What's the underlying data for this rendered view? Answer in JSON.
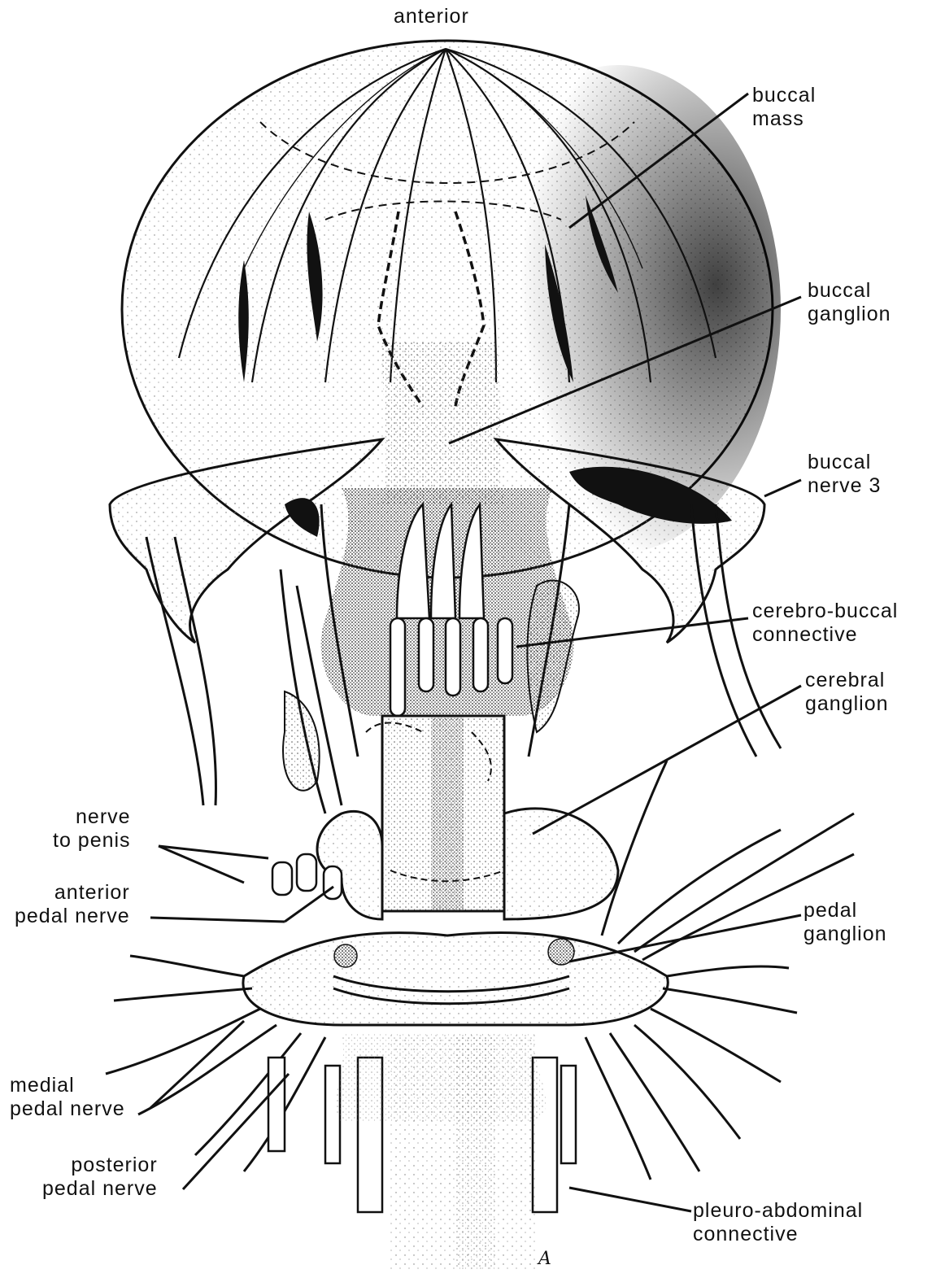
{
  "figure": {
    "orientation_label": "anterior",
    "signature": "A",
    "colors": {
      "ink": "#111111",
      "background": "#ffffff",
      "stipple": "#555555"
    }
  },
  "labels": {
    "buccal_mass": [
      "buccal",
      "mass"
    ],
    "buccal_ganglion": [
      "buccal",
      "ganglion"
    ],
    "buccal_nerve_3": [
      "buccal",
      "nerve 3"
    ],
    "cerebro_buccal_connective": [
      "cerebro-buccal",
      "connective"
    ],
    "cerebral_ganglion": [
      "cerebral",
      "ganglion"
    ],
    "nerve_to_penis": [
      "nerve",
      "to penis"
    ],
    "anterior_pedal_nerve": [
      "anterior",
      "pedal nerve"
    ],
    "pedal_ganglion": [
      "pedal",
      "ganglion"
    ],
    "medial_pedal_nerve": [
      "medial",
      "pedal nerve"
    ],
    "posterior_pedal_nerve": [
      "posterior",
      "pedal nerve"
    ],
    "pleuro_abdominal_connective": [
      "pleuro-abdominal",
      "connective"
    ]
  }
}
